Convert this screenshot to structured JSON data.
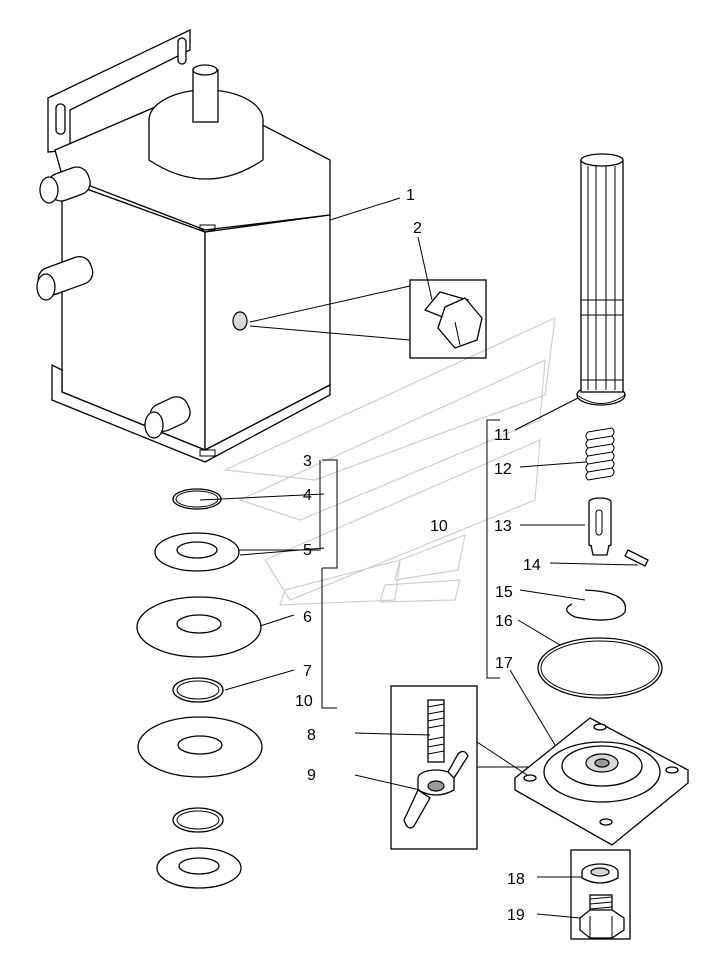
{
  "callouts": {
    "c1": "1",
    "c2": "2",
    "c3": "3",
    "c4": "4",
    "c5": "5",
    "c6": "6",
    "c7": "7",
    "c10a": "10",
    "c8": "8",
    "c9": "9",
    "c11": "11",
    "c12": "12",
    "c10b": "10",
    "c13": "13",
    "c14": "14",
    "c15": "15",
    "c16": "16",
    "c17": "17",
    "c18": "18",
    "c19": "19"
  }
}
